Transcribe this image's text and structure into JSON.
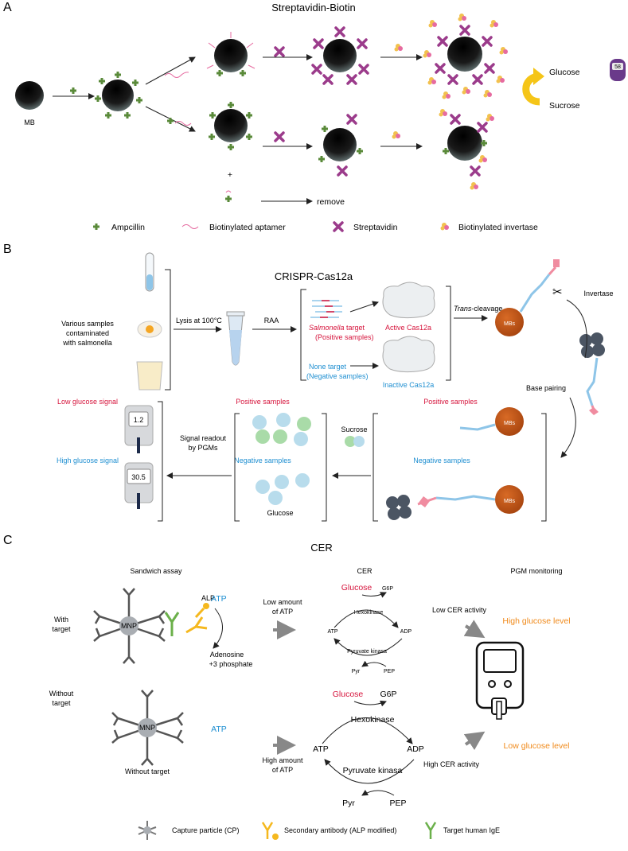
{
  "colors": {
    "red": "#d6143c",
    "blue": "#1f8fd1",
    "orange": "#f08a1b",
    "green": "#5a8a3a",
    "purple": "#9b3b8b",
    "mbOrange": "#c0551a"
  },
  "panelA": {
    "label": "A",
    "title": "Streptavidin-Biotin",
    "mb": "MB",
    "plus": "+",
    "remove": "remove",
    "glucose": "Glucose",
    "sucrose": "Sucrose",
    "meter_reading": "58",
    "legend": [
      "Ampcillin",
      "Biotinylated aptamer",
      "Streptavidin",
      "Biotinylated invertase"
    ]
  },
  "panelB": {
    "label": "B",
    "title": "CRISPR-Cas12a",
    "samples": [
      "Various samples",
      "contaminated",
      "with salmonella"
    ],
    "lysis": "Lysis at 100°C",
    "raa": "RAA",
    "pos_target_a": "Salmonella",
    "pos_target_b": " target",
    "pos_samples": "(Positive samples)",
    "neg_target": "None target",
    "neg_samples": "(Negative samples)",
    "active": "Active Cas12a",
    "inactive": "Inactive Cas12a",
    "trans_a": "Trans",
    "trans_b": "-cleavage",
    "invertase": "Invertase",
    "base_pairing": "Base pairing",
    "mbs": "MBs",
    "low_signal": "Low glucose signal",
    "high_signal": "High glucose signal",
    "reading1": "1.2",
    "reading2": "30.5",
    "readout1": "Signal readout",
    "readout2": "by PGMs",
    "positive": "Positive samples",
    "negative": "Negative samples",
    "glucose": "Glucose",
    "sucrose": "Sucrose"
  },
  "panelC": {
    "label": "C",
    "title": "CER",
    "sandwich": "Sandwich assay",
    "cer": "CER",
    "pgm": "PGM monitoring",
    "with1": "With",
    "with2": "target",
    "without1": "Without",
    "without2": "target",
    "without_caption": "Without target",
    "mnp": "MNP",
    "alp": "ALP",
    "atp": "ATP",
    "adenosine1": "Adenosine",
    "adenosine2": "+3 phosphate",
    "low_atp1": "Low amount",
    "low_atp2": "of ATP",
    "high_atp1": "High amount",
    "high_atp2": "of ATP",
    "glucose": "Glucose",
    "g6p": "G6P",
    "hexokinase": "Hexokinase",
    "adp": "ADP",
    "pyruvate": "Pyruvate kinasa",
    "pyr": "Pyr",
    "pep": "PEP",
    "low_cer": "Low CER activity",
    "high_cer": "High CER activity",
    "high_glucose": "High glucose level",
    "low_glucose": "Low glucose level",
    "legend": [
      "Capture particle (CP)",
      "Secondary antibody (ALP modified)",
      "Target human IgE"
    ]
  }
}
